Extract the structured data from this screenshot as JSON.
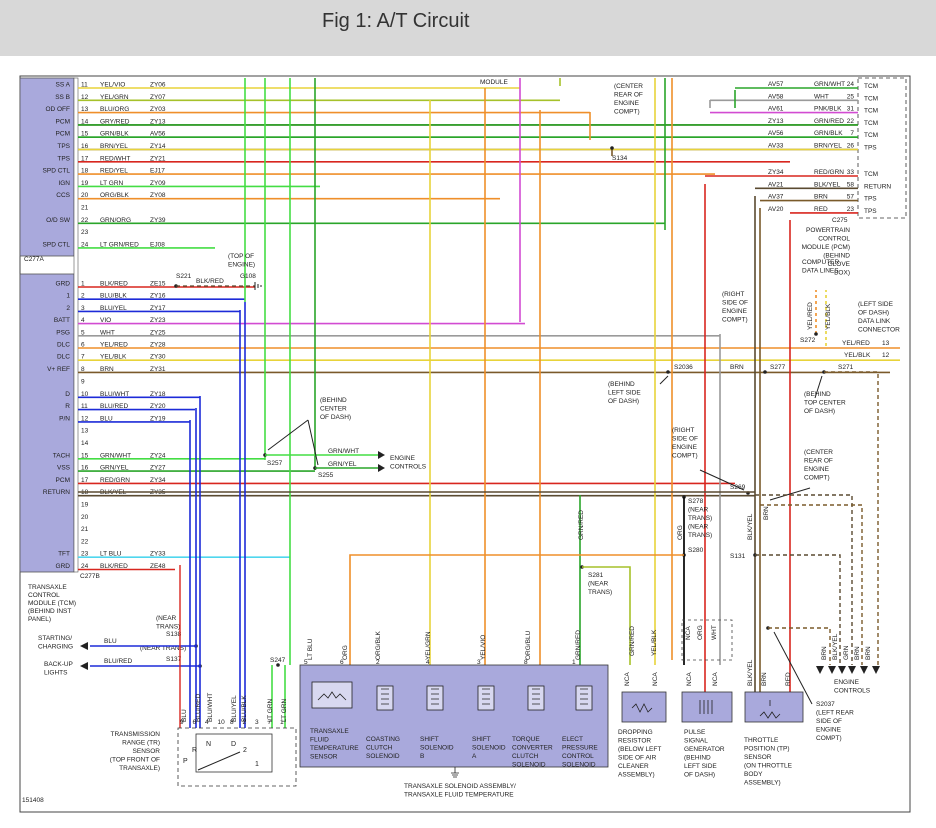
{
  "title": "Fig 1: A/T Circuit",
  "figure_id": "151408",
  "colors": {
    "violet": "#d24bd2",
    "green": "#2aa52a",
    "orange": "#ef8f2a",
    "yellowgreen": "#a6c12a",
    "brown": "#7a5a2a",
    "red": "#d8261f",
    "blue": "#1d2bd8",
    "ltblue": "#4fd6ee",
    "ltgreen": "#44dd44",
    "yellow": "#e8d33a",
    "grey": "#9a9a9a",
    "panel": "#a9a9dc",
    "darkbrown": "#5a4a30"
  },
  "pcm_top": {
    "labels": [
      "SS A",
      "SS B",
      "OD OFF",
      "PCM",
      "PCM",
      "TPS",
      "TPS",
      "SPD CTL",
      "IGN",
      "CCS",
      "",
      "O/D SW",
      "",
      "SPD CTL"
    ],
    "rows": [
      {
        "pin": "11",
        "wire": "YEL/VIO",
        "circ": "ZY06"
      },
      {
        "pin": "12",
        "wire": "YEL/GRN",
        "circ": "ZY07"
      },
      {
        "pin": "13",
        "wire": "BLU/ORG",
        "circ": "ZY03"
      },
      {
        "pin": "14",
        "wire": "GRY/RED",
        "circ": "ZY13"
      },
      {
        "pin": "15",
        "wire": "GRN/BLK",
        "circ": "AV56"
      },
      {
        "pin": "16",
        "wire": "BRN/YEL",
        "circ": "ZY14"
      },
      {
        "pin": "17",
        "wire": "RED/WHT",
        "circ": "ZY21"
      },
      {
        "pin": "18",
        "wire": "RED/YEL",
        "circ": "EJ17"
      },
      {
        "pin": "19",
        "wire": "LT GRN",
        "circ": "ZY09"
      },
      {
        "pin": "20",
        "wire": "ORG/BLK",
        "circ": "ZY08"
      },
      {
        "pin": "21",
        "wire": "",
        "circ": ""
      },
      {
        "pin": "22",
        "wire": "GRN/ORG",
        "circ": "ZY39"
      },
      {
        "pin": "23",
        "wire": "",
        "circ": ""
      },
      {
        "pin": "24",
        "wire": "LT GRN/RED",
        "circ": "EJ08"
      }
    ],
    "connector": "C277A"
  },
  "tcm_a": {
    "labels": [
      "GRD",
      "1",
      "2",
      "BATT",
      "PSG",
      "DLC",
      "DLC",
      "V+ REF"
    ],
    "rows": [
      {
        "pin": "1",
        "wire": "BLK/RED",
        "circ": "ZE15"
      },
      {
        "pin": "2",
        "wire": "BLU/BLK",
        "circ": "ZY16"
      },
      {
        "pin": "3",
        "wire": "BLU/YEL",
        "circ": "ZY17"
      },
      {
        "pin": "4",
        "wire": "VIO",
        "circ": "ZY23"
      },
      {
        "pin": "5",
        "wire": "WHT",
        "circ": "ZY25"
      },
      {
        "pin": "6",
        "wire": "YEL/RED",
        "circ": "ZY28"
      },
      {
        "pin": "7",
        "wire": "YEL/BLK",
        "circ": "ZY30"
      },
      {
        "pin": "8",
        "wire": "BRN",
        "circ": "ZY31"
      }
    ]
  },
  "tcm_b": {
    "labels": [
      "D",
      "R",
      "P/N",
      "",
      "TACH",
      "VSS",
      "PCM",
      "RETURN",
      "",
      "",
      "",
      "TFT",
      "GRD"
    ],
    "rows": [
      {
        "pin": "9",
        "wire": "",
        "circ": ""
      },
      {
        "pin": "10",
        "wire": "BLU/WHT",
        "circ": "ZY18"
      },
      {
        "pin": "11",
        "wire": "BLU/RED",
        "circ": "ZY20"
      },
      {
        "pin": "12",
        "wire": "BLU",
        "circ": "ZY19"
      },
      {
        "pin": "13",
        "wire": "",
        "circ": ""
      },
      {
        "pin": "14",
        "wire": "",
        "circ": ""
      },
      {
        "pin": "15",
        "wire": "GRN/WHT",
        "circ": "ZY24"
      },
      {
        "pin": "16",
        "wire": "GRN/YEL",
        "circ": "ZY27"
      },
      {
        "pin": "17",
        "wire": "RED/GRN",
        "circ": "ZY34"
      },
      {
        "pin": "18",
        "wire": "BLK/YEL",
        "circ": "ZY35"
      },
      {
        "pin": "19",
        "wire": "",
        "circ": ""
      },
      {
        "pin": "20",
        "wire": "",
        "circ": ""
      },
      {
        "pin": "21",
        "wire": "",
        "circ": ""
      },
      {
        "pin": "22",
        "wire": "",
        "circ": ""
      },
      {
        "pin": "23",
        "wire": "LT BLU",
        "circ": "ZY33"
      },
      {
        "pin": "24",
        "wire": "BLK/RED",
        "circ": "ZE48"
      }
    ],
    "connector": "C277B"
  },
  "tcm_caption": [
    "TRANSAXLE",
    "CONTROL",
    "MODULE (TCM)",
    "(BEHIND INST",
    "PANEL)"
  ],
  "pcm_right": {
    "rows": [
      {
        "circ": "AV57",
        "wire": "GRN/WHT",
        "pin": "24",
        "label": "TCM"
      },
      {
        "circ": "AV58",
        "wire": "WHT",
        "pin": "25",
        "label": "TCM"
      },
      {
        "circ": "AV61",
        "wire": "PNK/BLK",
        "pin": "31",
        "label": "TCM"
      },
      {
        "circ": "ZY13",
        "wire": "GRN/RED",
        "pin": "22",
        "label": "TCM"
      },
      {
        "circ": "AV56",
        "wire": "GRN/BLK",
        "pin": "7",
        "label": "TCM"
      },
      {
        "circ": "AV33",
        "wire": "BRN/YEL",
        "pin": "26",
        "label": "TPS"
      },
      {
        "circ": "ZY34",
        "wire": "RED/GRN",
        "pin": "33",
        "label": "TCM"
      },
      {
        "circ": "AV21",
        "wire": "BLK/YEL",
        "pin": "58",
        "label": "RETURN"
      },
      {
        "circ": "AV37",
        "wire": "BRN",
        "pin": "57",
        "label": "TPS"
      },
      {
        "circ": "AV20",
        "wire": "RED",
        "pin": "23",
        "label": "TPS"
      }
    ],
    "connector": "C275",
    "caption": [
      "POWERTRAIN",
      "CONTROL",
      "MODULE (PCM)",
      "(BEHIND",
      "GLOVE",
      "BOX)"
    ]
  },
  "notes": {
    "module": "MODULE",
    "center_rear": [
      "(CENTER",
      "REAR OF",
      "ENGINE",
      "COMPT)"
    ],
    "s134": "S134",
    "top_engine": [
      "(TOP OF",
      "ENGINE)"
    ],
    "g108": "G108",
    "s221": "S221",
    "blk_red": "BLK/RED",
    "computer_data": [
      "COMPUTER",
      "DATA LINES"
    ],
    "right_engine": [
      "(RIGHT",
      "SIDE OF",
      "ENGINE",
      "COMPT)"
    ],
    "dlc": [
      "(LEFT SIDE",
      "OF DASH)",
      "DATA LINK",
      "CONNECTOR"
    ],
    "s272": "S272",
    "yel_red_v": "YEL/RED",
    "yel_blk_v": "YEL/BLK",
    "dlc_row1": "YEL/RED",
    "dlc_row2": "YEL/BLK",
    "dlc_pin1": "13",
    "dlc_pin2": "12",
    "s2036": "S2036",
    "brn": "BRN",
    "s277": "S277",
    "s271": "S271",
    "left_dash": [
      "(BEHIND",
      "LEFT SIDE",
      "OF DASH)"
    ],
    "top_center": [
      "(BEHIND",
      "TOP CENTER",
      "OF DASH)"
    ],
    "center_dash": [
      "(BEHIND",
      "CENTER",
      "OF DASH)"
    ],
    "s257": "S257",
    "s255": "S255",
    "grn_wht": "GRN/WHT",
    "grn_yel": "GRN/YEL",
    "engine_controls": [
      "ENGINE",
      "CONTROLS"
    ],
    "right_engine2": [
      "(RIGHT",
      "SIDE OF",
      "ENGINE",
      "COMPT)"
    ],
    "center_rear2": [
      "(CENTER",
      "REAR OF",
      "ENGINE",
      "COMPT)"
    ],
    "s269": "S269",
    "s278": [
      "S278",
      "(NEAR",
      "TRANS)",
      "(NEAR",
      "TRANS)"
    ],
    "s280": "S280",
    "s131": "S131",
    "org": "ORG",
    "grn_red_v": "GRN/RED",
    "blk_yel_v": "BLK/YEL",
    "brn_v": "BRN",
    "s281": [
      "S281",
      "(NEAR",
      "TRANS)"
    ],
    "near_trans": [
      "(NEAR",
      "TRANS)"
    ],
    "s138": "S138",
    "s137": "S137",
    "near_trans2": "(NEAR TRANS)",
    "starting": [
      "STARTING/",
      "CHARGING"
    ],
    "backup": [
      "BACK-UP",
      "LIGHTS"
    ],
    "blu": "BLU",
    "blu_red": "BLU/RED",
    "s247": "S247",
    "s2037": [
      "S2037",
      "(LEFT REAR",
      "SIDE OF",
      "ENGINE",
      "COMPT)"
    ],
    "engine_controls2": [
      "ENGINE",
      "CONTROLS"
    ],
    "pin_nca": "NCA",
    "bottom_wires": [
      "LT BLU",
      "ORG",
      "ORG/BLK",
      "YEL/GRN",
      "YEL/VIO",
      "ORG/BLU",
      "GRN/RED"
    ],
    "bottom_pins": [
      "5",
      "6",
      "2",
      "4",
      "3",
      "8",
      "1"
    ],
    "drop_wires": [
      "GRN/RED",
      "YEL/BLK"
    ],
    "pulse_wires": [
      "NCA",
      "ORG",
      "WHT"
    ],
    "tp_wires": [
      "BLK/YEL",
      "BRN",
      "RED"
    ],
    "ec_wires": [
      "BRN",
      "BLK/YEL",
      "GRN",
      "BRN",
      "BRN"
    ],
    "tr_wires": [
      "BLU",
      "BLU/RED",
      "BLU/WHT",
      "BLU/YEL",
      "BLU/BLK",
      "LT GRN",
      "LT GRN"
    ],
    "tr_pins": [
      "9",
      "6",
      "4",
      "10",
      "8",
      "2",
      "3",
      "7",
      "1"
    ]
  },
  "components": {
    "tr_sensor": [
      "TRANSMISSION",
      "RANGE (TR)",
      "SENSOR",
      "(TOP FRONT OF",
      "TRANSAXLE)"
    ],
    "tr_letters": [
      "R",
      "N",
      "D",
      "P"
    ],
    "tr_numbers": [
      "2",
      "1"
    ],
    "fluid_temp": [
      "TRANSAXLE",
      "FLUID",
      "TEMPERATURE",
      "SENSOR"
    ],
    "coasting": [
      "COASTING",
      "CLUTCH",
      "SOLENOID"
    ],
    "shift_b": [
      "SHIFT",
      "SOLENOID",
      "B"
    ],
    "shift_a": [
      "SHIFT",
      "SOLENOID",
      "A"
    ],
    "tcc": [
      "TORQUE",
      "CONVERTER",
      "CLUTCH",
      "SOLENOID"
    ],
    "epc": [
      "ELECT",
      "PRESSURE",
      "CONTROL",
      "SOLENOID"
    ],
    "assembly": [
      "TRANSAXLE SOLENOID ASSEMBLY/",
      "TRANSAXLE FLUID TEMPERATURE"
    ],
    "dropping": [
      "DROPPING",
      "RESISTOR",
      "(BELOW LEFT",
      "SIDE OF AIR",
      "CLEANER",
      "ASSEMBLY)"
    ],
    "pulse": [
      "PULSE",
      "SIGNAL",
      "GENERATOR",
      "(BEHIND",
      "LEFT SIDE",
      "OF DASH)"
    ],
    "tp": [
      "THROTTLE",
      "POSITION (TP)",
      "SENSOR",
      "(ON THROTTLE",
      "BODY",
      "ASSEMBLY)"
    ]
  }
}
